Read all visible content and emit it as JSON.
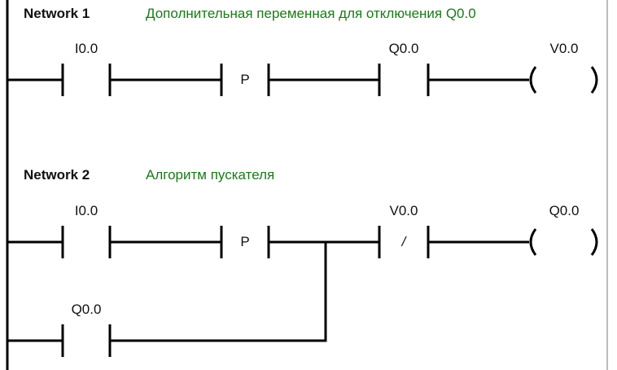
{
  "colors": {
    "line": "#000000",
    "comment": "#1a7a1a",
    "text": "#111111"
  },
  "networks": [
    {
      "title": "Network 1",
      "comment": "Дополнительная переменная для отключения Q0.0",
      "contact1": {
        "address": "I0.0"
      },
      "edge": {
        "symbol": "P"
      },
      "contact2": {
        "address": "Q0.0",
        "symbol": ""
      },
      "coil": {
        "address": "V0.0"
      }
    },
    {
      "title": "Network 2",
      "comment": "Алгоритм пускателя",
      "contact1": {
        "address": "I0.0"
      },
      "edge": {
        "symbol": "P"
      },
      "contact2": {
        "address": "V0.0",
        "symbol": "/"
      },
      "coil": {
        "address": "Q0.0"
      },
      "branch": {
        "address": "Q0.0"
      }
    }
  ]
}
